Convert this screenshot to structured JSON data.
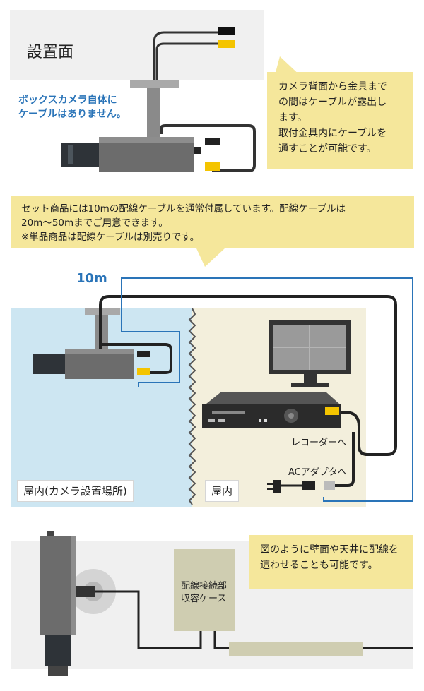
{
  "section1": {
    "install_surface": "設置面",
    "no_cable_note": "ボックスカメラ自体に\nケーブルはありません。",
    "callout": [
      "カメラ背面から金具まで",
      "の間はケーブルが露出し",
      "ます。",
      "取付金具内にケーブルを",
      "通すことが可能です。"
    ]
  },
  "section2": {
    "callout": [
      "セット商品には10mの配線ケーブルを通常付属しています。配線ケーブルは",
      "20m〜50mまでご用意できます。",
      "※単品商品は配線ケーブルは別売りです。"
    ],
    "cable_length": "10m",
    "recorder_label": "レコーダーへ",
    "adapter_label": "ACアダプタへ",
    "indoor_camera_label": "屋内(カメラ設置場所)",
    "indoor_label": "屋内"
  },
  "section3": {
    "junction_box": [
      "配線接続部",
      "収容ケース"
    ],
    "callout": [
      "図のように壁面や天井に配線を",
      "這わせることも可能です。"
    ]
  },
  "colors": {
    "callout_bg": "#f5e79b",
    "accent_blue": "#2a74b8",
    "indoor_blue": "#cde6f2",
    "indoor_beige": "#f3efdc",
    "ceiling_gray": "#f0f0f0",
    "cable_yellow": "#f4c400"
  }
}
